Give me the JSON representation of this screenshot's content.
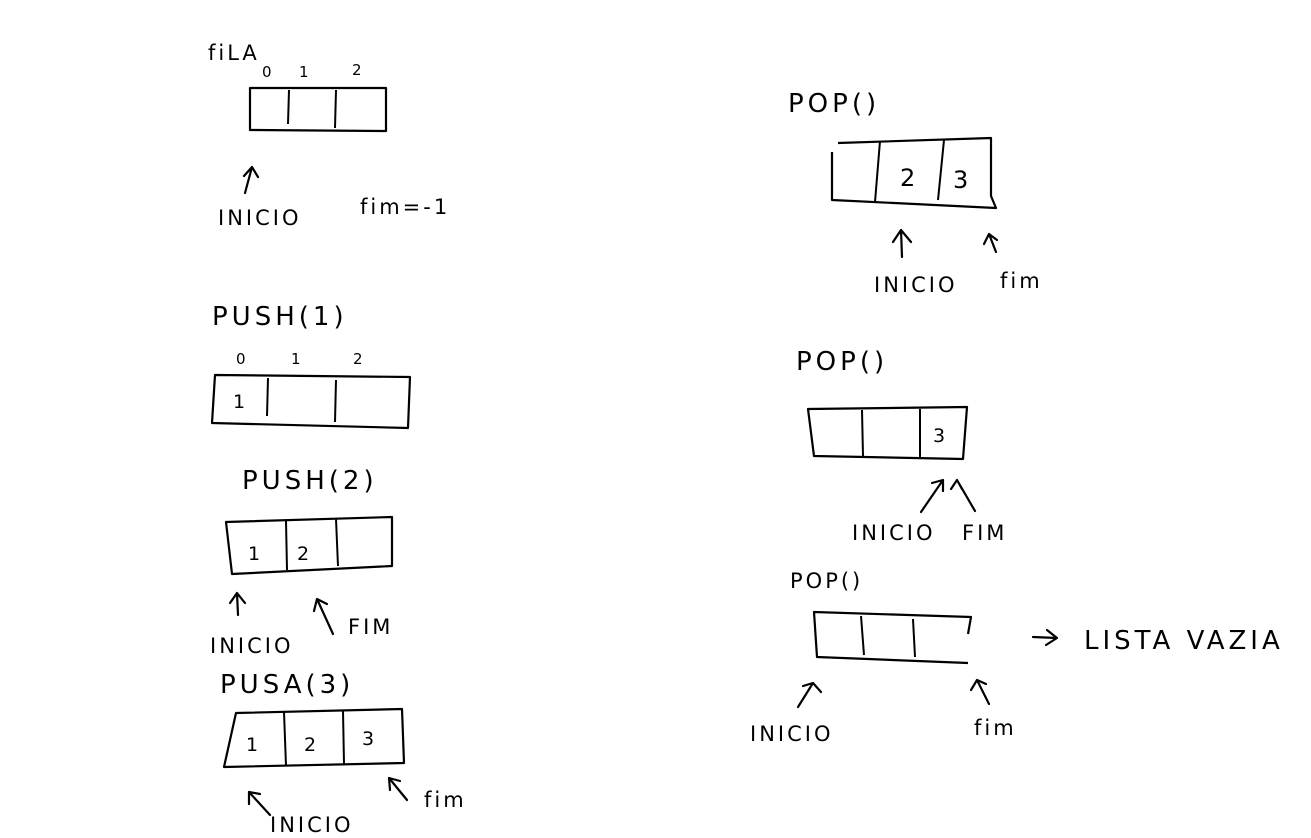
{
  "left": {
    "fila": {
      "title": "fiLA",
      "indices": [
        "0",
        "1",
        "2"
      ],
      "inicio": "INICIO",
      "fim": "fim=-1"
    },
    "push1": {
      "title": "PUSH(1)",
      "indices": [
        "0",
        "1",
        "2"
      ],
      "cells": [
        "1",
        "",
        ""
      ]
    },
    "push2": {
      "title": "PUSH(2)",
      "cells": [
        "1",
        "2",
        ""
      ],
      "inicio": "INICIO",
      "fim": "FIM"
    },
    "push3": {
      "title": "PUSA(3)",
      "cells": [
        "1",
        "2",
        "3"
      ],
      "inicio": "INICIO",
      "fim": "fim"
    }
  },
  "right": {
    "pop1": {
      "title": "POP()",
      "cells": [
        "",
        "2",
        "3"
      ],
      "inicio": "INICIO",
      "fim": "fim"
    },
    "pop2": {
      "title": "POP()",
      "cells": [
        "",
        "",
        "3"
      ],
      "inicio": "INICIO",
      "fim": "FIM"
    },
    "pop3": {
      "title": "POP()",
      "cells": [
        "",
        "",
        ""
      ],
      "inicio": "INICIO",
      "fim": "fim",
      "result_arrow": "→",
      "result": "LISTA VAZIA"
    }
  }
}
